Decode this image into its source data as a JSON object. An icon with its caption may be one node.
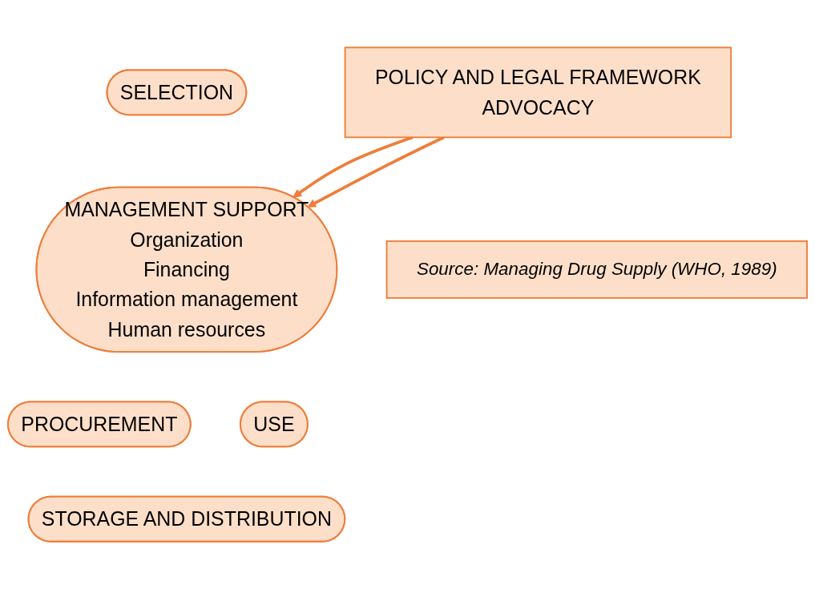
{
  "diagram": {
    "nodes": [
      {
        "text": [
          "MANAGEMENT SUPPORT",
          "Organization",
          "Financing",
          "Information management",
          "Human resources"
        ]
      },
      {
        "text": [
          "SELECTION"
        ]
      },
      {
        "text": [
          "USE"
        ]
      },
      {
        "text": [
          "PROCUREMENT"
        ]
      },
      {
        "text": [
          "STORAGE AND DISTRIBUTION"
        ]
      },
      {
        "text": [
          "POLICY AND LEGAL FRAMEWORK",
          "ADVOCACY"
        ]
      },
      {
        "text": [
          "Source: Managing Drug Supply (WHO, 1989)"
        ]
      }
    ],
    "edges": [
      {
        "from": 5,
        "to": 0,
        "arrow": "to"
      },
      {
        "from": 5,
        "to": 0,
        "arrow": "to"
      }
    ]
  }
}
